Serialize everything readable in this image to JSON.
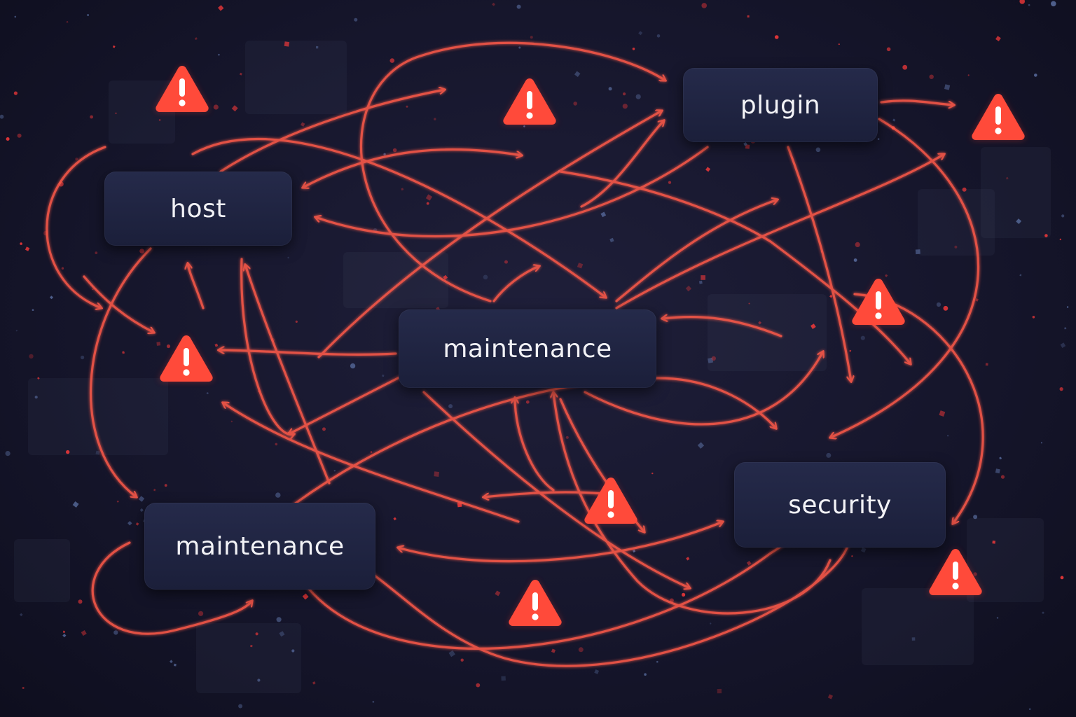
{
  "nodes": [
    {
      "id": "plugin",
      "label": "plugin"
    },
    {
      "id": "host",
      "label": "host"
    },
    {
      "id": "maintenance-center",
      "label": "maintenance"
    },
    {
      "id": "maintenance-bottom",
      "label": "maintenance"
    },
    {
      "id": "security",
      "label": "security"
    }
  ],
  "colors": {
    "background": "#16162c",
    "node_fill": "#1f2342",
    "node_text": "#f2f2f6",
    "arrow": "#ff5a4a",
    "warning": "#ff4a3a",
    "particle": "#ff3a3a"
  },
  "icons": [
    "warning-icon"
  ]
}
